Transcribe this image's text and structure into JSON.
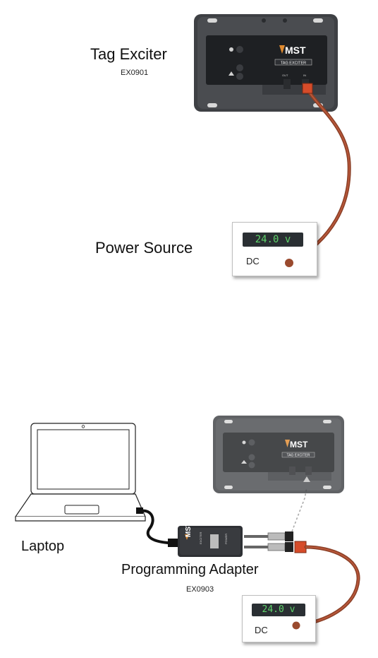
{
  "top": {
    "device_label": "Tag Exciter",
    "device_code": "EX0901",
    "device_brand": "MST",
    "device_panel": "TAG EXCITER",
    "port_out": "OUT",
    "port_in": "IN",
    "power_label": "Power Source",
    "readout": "24.0 v",
    "dc_label": "DC"
  },
  "bottom": {
    "laptop_label": "Laptop",
    "adapter_label": "Programming Adapter",
    "adapter_code": "EX0903",
    "adapter_brand": "MST",
    "device_brand": "MST",
    "device_panel": "TAG EXCITER",
    "readout": "24.0 v",
    "dc_label": "DC"
  },
  "colors": {
    "cable": "#9a4a2e",
    "cable_light": "#c9663f",
    "plug": "#d64c2a",
    "device_body": "#3b3d40",
    "readout_text": "#5fd36a"
  }
}
